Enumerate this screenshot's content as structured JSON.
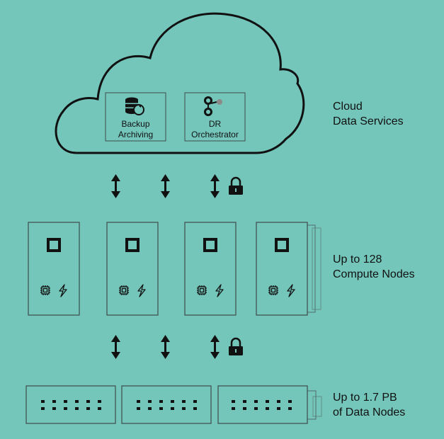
{
  "cloud": {
    "label_line1": "Cloud",
    "label_line2": "Data Services",
    "services": [
      {
        "line1": "Backup",
        "line2": "Archiving",
        "icon": "database-sync-icon"
      },
      {
        "line1": "DR",
        "line2": "Orchestrator",
        "icon": "workflow-nodes-icon"
      }
    ]
  },
  "compute": {
    "label_line1": "Up to 128",
    "label_line2": "Compute Nodes",
    "icons": [
      "chip-icon",
      "lightning-icon",
      "square-icon"
    ]
  },
  "data_nodes": {
    "label_line1": "Up to 1.7 PB",
    "label_line2": "of Data Nodes"
  },
  "connections": {
    "icons": [
      "double-arrow-icon",
      "lock-icon"
    ]
  },
  "colors": {
    "background": "#74c6bb",
    "stroke": "#3f4a48",
    "ink": "#111111"
  }
}
